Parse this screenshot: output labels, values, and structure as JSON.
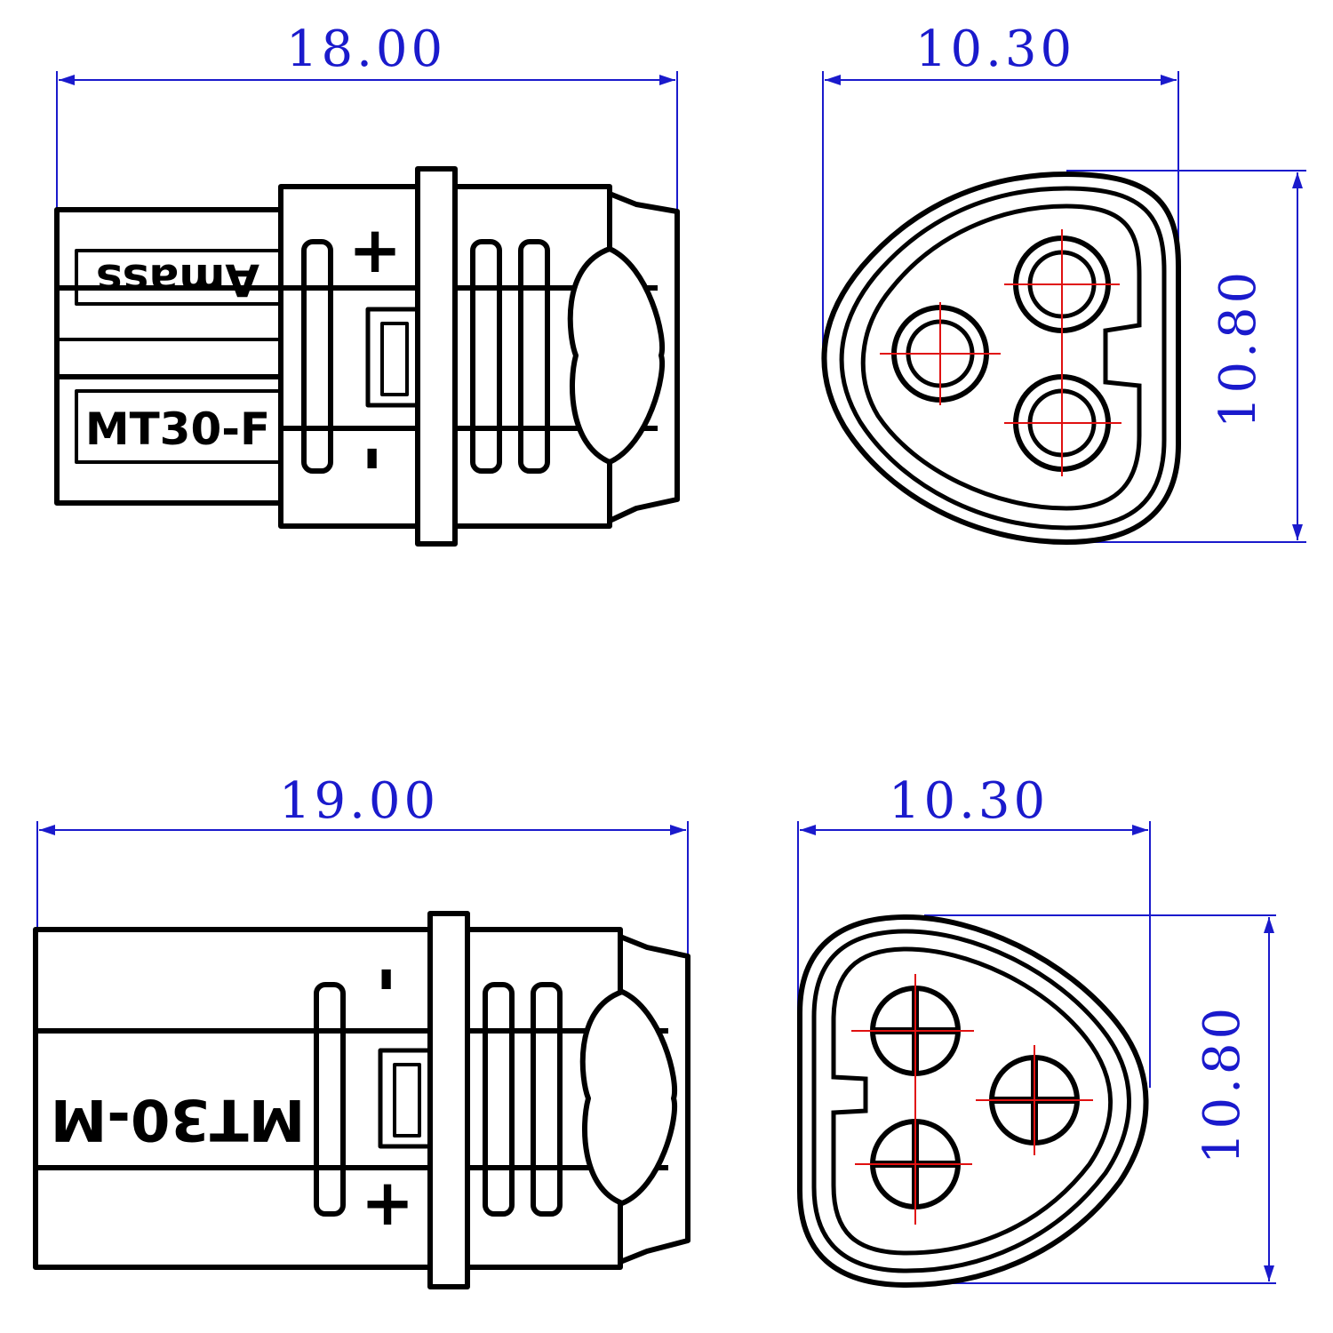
{
  "colors": {
    "outline": "#000000",
    "dimension": "#1a1acc",
    "centerline": "#e01010",
    "background": "#ffffff"
  },
  "female": {
    "dimensions": {
      "length": "18.00",
      "width": "10.30",
      "height": "10.80"
    },
    "labels": {
      "model": "MT30-F",
      "brand": "Amass",
      "plus": "+",
      "minus": "-"
    }
  },
  "male": {
    "dimensions": {
      "length": "19.00",
      "width": "10.30",
      "height": "10.80"
    },
    "labels": {
      "model": "MT30-M",
      "plus": "+",
      "minus": "-"
    }
  }
}
